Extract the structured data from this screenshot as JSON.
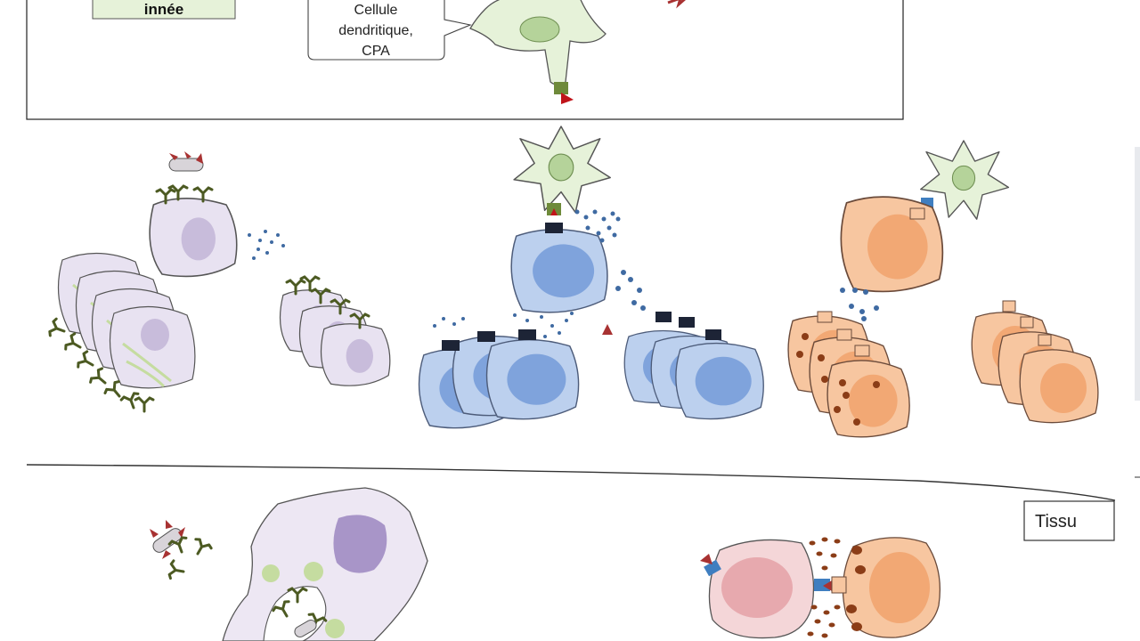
{
  "labels": {
    "innate_box": "innée",
    "dc_line1": "Cellule",
    "dc_line2": "dendritique,",
    "dc_line3": "CPA",
    "tissue": "Tissu"
  },
  "colors": {
    "dendritic_fill": "#e6f2d9",
    "dendritic_nucleus": "#b5d39a",
    "b_cell_fill": "#e8e2f1",
    "b_cell_nucleus": "#c8bcdb",
    "th_cell_fill": "#bcd0ee",
    "th_cell_nucleus": "#7fa3dc",
    "tc_cell_fill": "#f7c6a0",
    "tc_cell_nucleus": "#f2a874",
    "target_cell_fill": "#f4d6d8",
    "target_cell_nucleus": "#e7a9ae",
    "antibody": "#4c5a22",
    "antigen": "#a83232",
    "receptor_dark": "#1d2436",
    "cytokine": "#3f6aa2",
    "granule": "#8b3d17"
  }
}
